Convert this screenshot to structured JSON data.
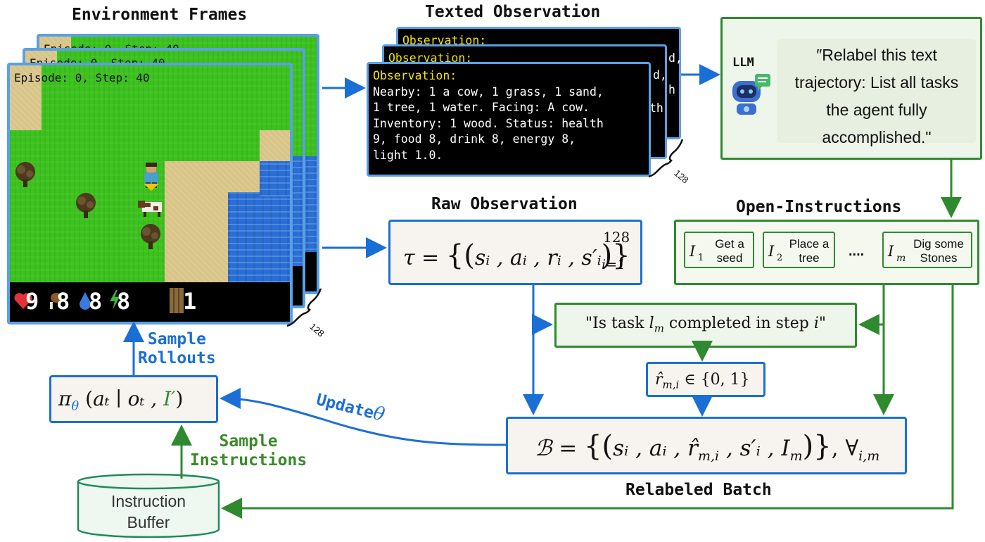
{
  "titles": {
    "environment_frames": "Environment Frames",
    "texted_observation": "Texted Observation",
    "raw_observation": "Raw Observation",
    "open_instructions": "Open-Instructions",
    "relabeled_batch": "Relabeled Batch"
  },
  "frames": {
    "label": "Episode: 0, Step: 40",
    "back_label": "Episode: 0, Step: 40",
    "hud": {
      "health": "9",
      "food": "8",
      "drink": "8",
      "energy": "8",
      "wood": "1"
    },
    "count": "128"
  },
  "observation": {
    "heading": "Observation:",
    "lines": [
      "Nearby: 1 a cow, 1 grass, 1 sand,",
      "1 tree, 1 water. Facing: A cow.",
      "Inventory: 1 wood. Status: health",
      "9, food 8, drink 8, energy 8,",
      "light 1.0."
    ],
    "back_fragments": [
      "d,",
      "h",
      "th"
    ],
    "count": "128"
  },
  "llm": {
    "label": "LLM",
    "prompt_lines": [
      "″Relabel this text",
      "trajectory: List all tasks",
      "the agent fully",
      "accomplished.\""
    ]
  },
  "raw_formula": {
    "tau": "τ = ",
    "inner": "sᵢ , aᵢ , rᵢ , s′ᵢ",
    "sup": "128",
    "sub": "i=1"
  },
  "instructions": [
    {
      "symbol": "I",
      "sub": "1",
      "text_lines": [
        "Get a",
        "seed"
      ]
    },
    {
      "symbol": "I",
      "sub": "2",
      "text_lines": [
        "Place a",
        "tree"
      ]
    },
    {
      "symbol": "I",
      "sub": "m",
      "text_lines": [
        "Dig some",
        "Stones"
      ]
    }
  ],
  "instructions_ellipsis": "....",
  "question": {
    "prefix": "\"Is task ",
    "var": "l",
    "var_sub": "m",
    "middle": " completed in step ",
    "step": "i",
    "suffix": "\""
  },
  "reward": {
    "text": "r̂",
    "sub": "m,i",
    "rest": " ∈ {0, 1}"
  },
  "batch": {
    "lhs": "ℬ = ",
    "inner": "sᵢ , aᵢ , r̂",
    "inner_sub": "m,i",
    "inner_rest": " , s′ᵢ , I",
    "inner_rest_sub": "m",
    "forall": ", ∀",
    "forall_sub": "i,m"
  },
  "policy": {
    "pi": "π",
    "theta": "θ",
    "args": "aₜ ∣ oₜ , ",
    "instr": "I′"
  },
  "arrows": {
    "sample_rollouts": [
      "Sample",
      "Rollouts"
    ],
    "sample_instructions": [
      "Sample",
      "Instructions"
    ],
    "update": "Update",
    "update_theta": "θ"
  },
  "buffer": {
    "lines": [
      "Instruction",
      "Buffer"
    ]
  },
  "colors": {
    "blue": "#1a6fd6",
    "green": "#2f8a2f",
    "frame_border": "#5aa0e6",
    "obs_heading": "#f5e400"
  }
}
